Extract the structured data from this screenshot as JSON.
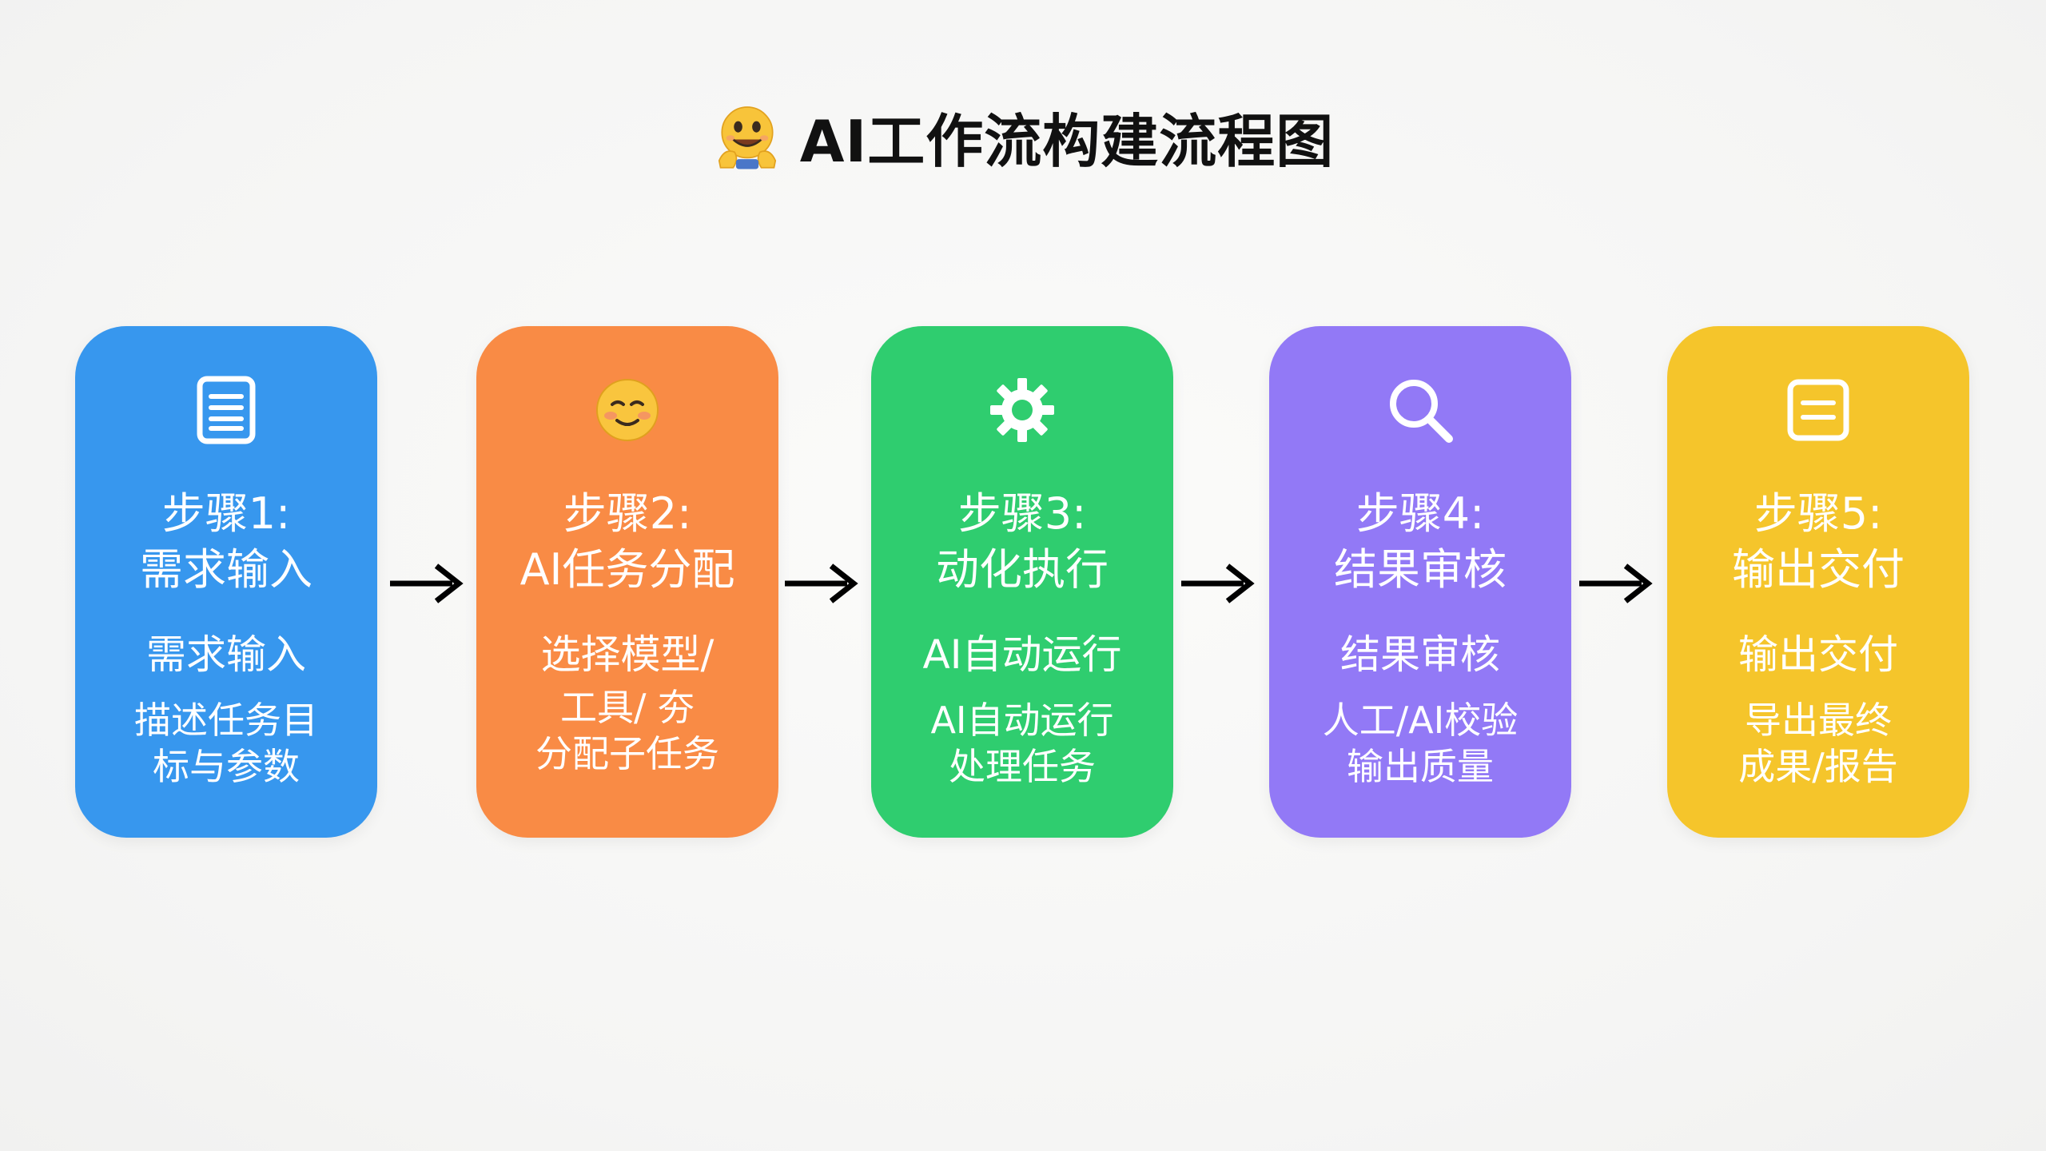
{
  "title": {
    "emoji": "hugging-face-emoji",
    "text": "AI工作流构建流程图"
  },
  "colors": {
    "step1": "#3797ee",
    "step2": "#f98b45",
    "step3": "#2fcd6f",
    "step4": "#9279f6",
    "step5": "#f5c52b",
    "arrow": "#000000"
  },
  "steps": [
    {
      "icon": "document-icon",
      "heading_line1": "步骤1:",
      "heading_line2": "需求输入",
      "subtitle": "需求输入",
      "desc_line1": "描述任务目",
      "desc_line2": "标与参数",
      "desc_line3": ""
    },
    {
      "icon": "smiling-face-emoji",
      "heading_line1": "步骤2:",
      "heading_line2": "AI任务分配",
      "subtitle": "选择模型/",
      "desc_line1": "工具/ 夯",
      "desc_line2": "分配子任务",
      "desc_line3": ""
    },
    {
      "icon": "gear-icon",
      "heading_line1": "步骤3:",
      "heading_line2": "动化执行",
      "subtitle": "AI自动运行",
      "desc_line1": "AI自动运行",
      "desc_line2": "处理任务",
      "desc_line3": ""
    },
    {
      "icon": "magnifier-icon",
      "heading_line1": "步骤4:",
      "heading_line2": "结果审核",
      "subtitle": "结果审核",
      "desc_line1": "人工/AI校验",
      "desc_line2": "输出质量",
      "desc_line3": ""
    },
    {
      "icon": "report-icon",
      "heading_line1": "步骤5:",
      "heading_line2": "输出交付",
      "subtitle": "输出交付",
      "desc_line1": "导出最终",
      "desc_line2": "成果/报告",
      "desc_line3": ""
    }
  ]
}
